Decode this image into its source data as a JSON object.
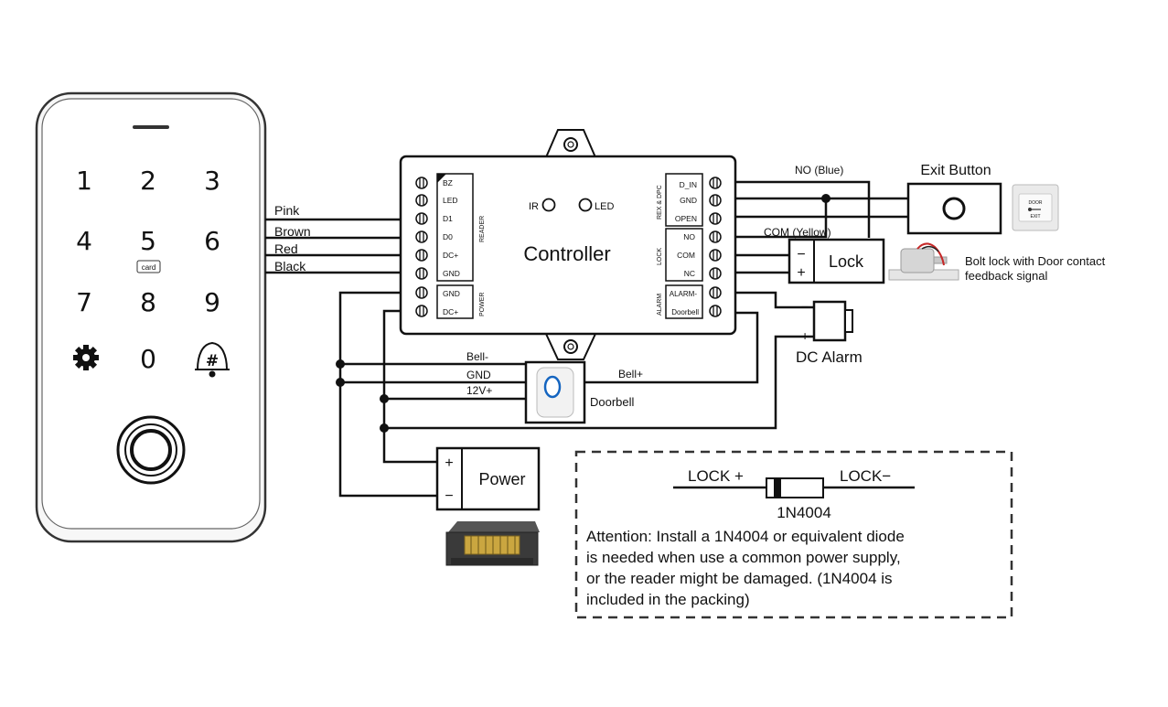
{
  "keypad": {
    "keys": [
      "1",
      "2",
      "3",
      "4",
      "5",
      "6",
      "7",
      "8",
      "9",
      "0",
      "#"
    ],
    "card_label": "card",
    "icons": [
      "gear-icon",
      "bell-icon",
      "fingerprint-sensor"
    ]
  },
  "reader_wires": {
    "pink": "Pink",
    "brown": "Brown",
    "red": "Red",
    "black": "Black"
  },
  "controller": {
    "title": "Controller",
    "ir": "IR",
    "led": "LED",
    "reader_group": "READER",
    "reader_pins": [
      "BZ",
      "LED",
      "D1",
      "D0",
      "DC+",
      "GND"
    ],
    "power_group": "POWER",
    "power_pins": [
      "GND",
      "DC+"
    ],
    "rex_group": "REX & DPC",
    "rex_pins": [
      "D_IN",
      "GND",
      "OPEN"
    ],
    "lock_group": "LOCK",
    "lock_pins": [
      "NO",
      "COM",
      "NC"
    ],
    "alarm_group": "ALARM",
    "alarm_pins": [
      "ALARM-",
      "Doorbell"
    ]
  },
  "exit_button": {
    "title": "Exit Button",
    "wire_no": "NO (Blue)",
    "panel_top": "DOOR",
    "panel_bottom": "EXIT"
  },
  "lock": {
    "title": "Lock",
    "minus": "−",
    "plus": "+",
    "wire_com": "COM (Yellow)",
    "caption_line1": "Bolt lock with Door contact",
    "caption_line2": "feedback signal"
  },
  "alarm": {
    "title": "DC Alarm",
    "minus": "−",
    "plus": "+"
  },
  "doorbell": {
    "title": "Doorbell",
    "bell_minus": "Bell-",
    "gnd": "GND",
    "v12": "12V+",
    "bell_plus": "Bell+"
  },
  "power": {
    "title": "Power",
    "plus": "+",
    "minus": "−"
  },
  "note": {
    "lock_plus": "LOCK +",
    "lock_minus": "LOCK−",
    "diode": "1N4004",
    "line1": "Attention: Install a 1N4004 or equivalent diode",
    "line2": "is needed when use a common power supply,",
    "line3": "or the reader might be damaged. (1N4004 is",
    "line4": "included in the packing)"
  }
}
